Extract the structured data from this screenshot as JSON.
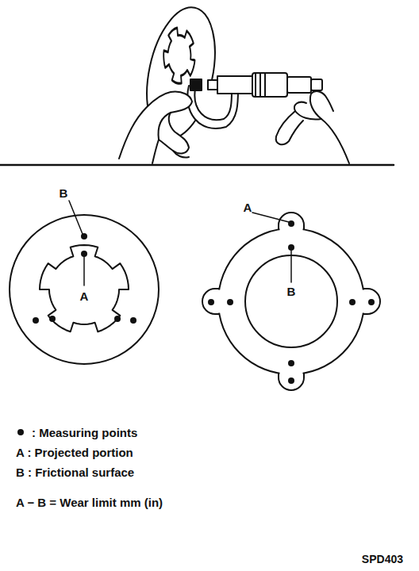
{
  "diagram": {
    "labels": [
      "B",
      "A",
      "A",
      "B",
      "A : Projected portion",
      "B : Frictional surface",
      "A − B = Wear limit mm (in)",
      "SPD403"
    ],
    "legend": [
      {
        "text": ": Measuring points"
      }
    ]
  }
}
